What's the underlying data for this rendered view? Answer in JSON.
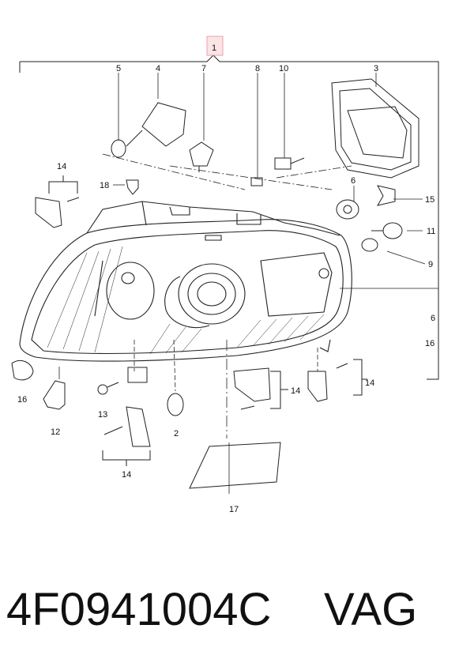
{
  "footer": {
    "part_number": "4F0941004C",
    "brand": "VAG"
  },
  "callouts": {
    "c1": "1",
    "c2": "2",
    "c3": "3",
    "c4": "4",
    "c5": "5",
    "c6a": "6",
    "c6b": "6",
    "c7": "7",
    "c8": "8",
    "c9": "9",
    "c10": "10",
    "c11": "11",
    "c12": "12",
    "c13": "13",
    "c14a": "14",
    "c14b": "14",
    "c14c": "14",
    "c14d": "14",
    "c15": "15",
    "c16a": "16",
    "c16b": "16",
    "c17": "17",
    "c18": "18"
  },
  "colors": {
    "line": "#222222",
    "highlight_box": "#e8a0a8"
  }
}
